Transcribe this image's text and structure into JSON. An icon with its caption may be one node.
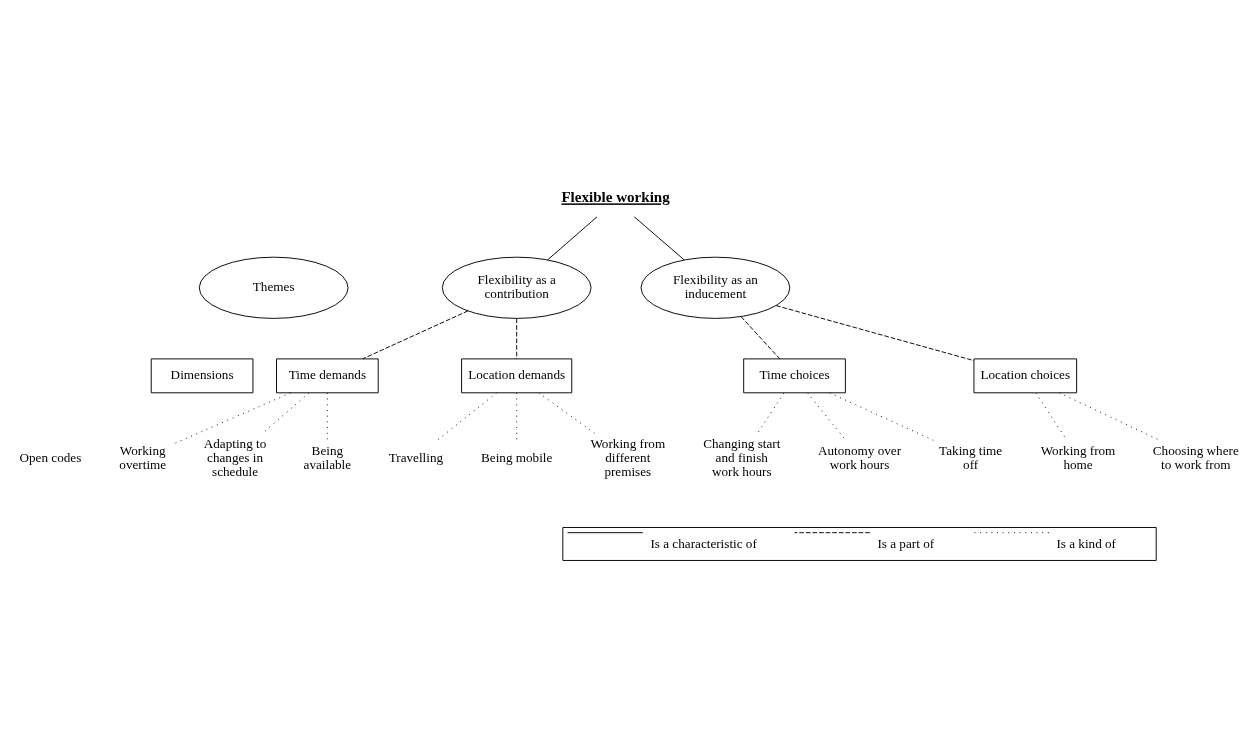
{
  "diagram": {
    "nodes": [
      {
        "text": [
          "Flexible working"
        ]
      },
      {
        "text": [
          "Themes"
        ]
      },
      {
        "text": [
          "Flexibility as a contribution"
        ]
      },
      {
        "text": [
          "Flexibility as an inducement"
        ]
      },
      {
        "text": [
          "Dimensions"
        ]
      },
      {
        "text": [
          "Time demands"
        ]
      },
      {
        "text": [
          "Location demands"
        ]
      },
      {
        "text": [
          "Time choices"
        ]
      },
      {
        "text": [
          "Location choices"
        ]
      },
      {
        "text": [
          "Working overtime"
        ]
      },
      {
        "text": [
          "Adapting to changes in schedule"
        ]
      },
      {
        "text": [
          "Being available"
        ]
      },
      {
        "text": [
          "Travelling"
        ]
      },
      {
        "text": [
          "Being mobile"
        ]
      },
      {
        "text": [
          "Working from different premises"
        ]
      },
      {
        "text": [
          "Changing start and finish work hours"
        ]
      },
      {
        "text": [
          "Autonomy over work hours"
        ]
      },
      {
        "text": [
          "Taking time off"
        ]
      },
      {
        "text": [
          "Working from home"
        ]
      },
      {
        "text": [
          "Choosing where to work from"
        ]
      }
    ],
    "edges": [
      {
        "from": 0,
        "to": 2,
        "arrow": "none"
      },
      {
        "from": 0,
        "to": 3,
        "arrow": "none"
      },
      {
        "from": 2,
        "to": 5,
        "arrow": "none",
        "style": "dashed"
      },
      {
        "from": 2,
        "to": 6,
        "arrow": "none",
        "style": "dashed"
      },
      {
        "from": 3,
        "to": 7,
        "arrow": "none",
        "style": "dashed"
      },
      {
        "from": 3,
        "to": 8,
        "arrow": "none",
        "style": "dashed"
      },
      {
        "from": 5,
        "to": 9,
        "arrow": "none",
        "style": "dashed"
      },
      {
        "from": 5,
        "to": 10,
        "arrow": "none",
        "style": "dashed"
      },
      {
        "from": 5,
        "to": 11,
        "arrow": "none",
        "style": "dashed"
      },
      {
        "from": 6,
        "to": 12,
        "arrow": "none",
        "style": "dashed"
      },
      {
        "from": 6,
        "to": 13,
        "arrow": "none",
        "style": "dashed"
      },
      {
        "from": 6,
        "to": 14,
        "arrow": "none",
        "style": "dashed"
      },
      {
        "from": 7,
        "to": 15,
        "arrow": "none",
        "style": "dashed"
      },
      {
        "from": 7,
        "to": 16,
        "arrow": "none",
        "style": "dashed"
      },
      {
        "from": 7,
        "to": 17,
        "arrow": "none",
        "style": "dashed"
      },
      {
        "from": 8,
        "to": 18,
        "arrow": "none",
        "style": "dashed"
      },
      {
        "from": 8,
        "to": 19,
        "arrow": "none",
        "style": "dashed"
      }
    ],
    "labels": [
      "Open codes"
    ],
    "legend": [
      {
        "text": "Is a characteristic of"
      },
      {
        "text": "Is a part of"
      },
      {
        "text": "Is a kind of"
      }
    ]
  }
}
